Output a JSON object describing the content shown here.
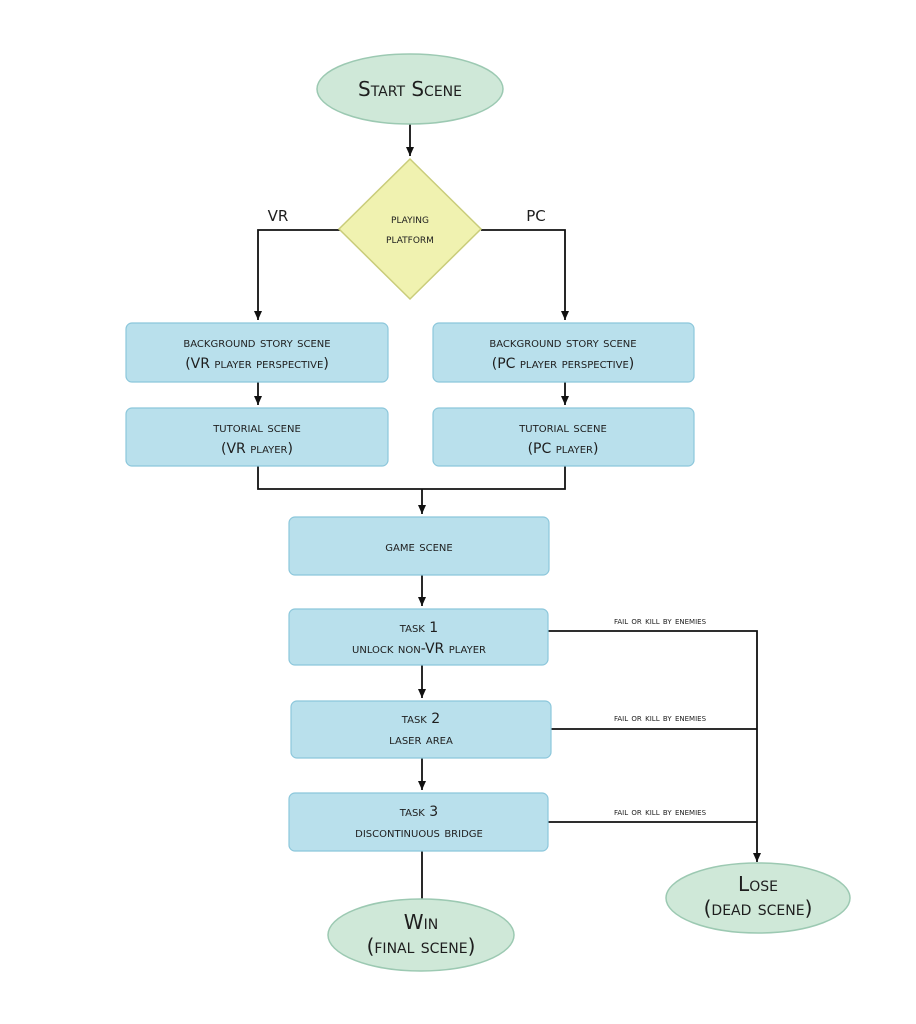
{
  "nodes": {
    "start": {
      "label": "Start Scene"
    },
    "platform": {
      "line1": "playing",
      "line2": "platform"
    },
    "bg_vr": {
      "line1": "background story scene",
      "line2": "(VR player perspective)"
    },
    "bg_pc": {
      "line1": "background story scene",
      "line2": "(PC player perspective)"
    },
    "tut_vr": {
      "line1": "tutorial scene",
      "line2": "(VR player)"
    },
    "tut_pc": {
      "line1": "tutorial scene",
      "line2": "(PC player)"
    },
    "game": {
      "label": "game scene"
    },
    "task1": {
      "line1": "task 1",
      "line2": "unlock non-VR player"
    },
    "task2": {
      "line1": "task 2",
      "line2": "laser area"
    },
    "task3": {
      "line1": "task 3",
      "line2": "discontinuous bridge"
    },
    "win": {
      "line1": "Win",
      "line2": "(final scene)"
    },
    "lose": {
      "line1": "Lose",
      "line2": "(dead scene)"
    }
  },
  "branches": {
    "vr": "VR",
    "pc": "PC"
  },
  "edges": {
    "fail1": "fail or kill by enemies",
    "fail2": "fail or kill by enemies",
    "fail3": "fail or kill by enemies"
  }
}
